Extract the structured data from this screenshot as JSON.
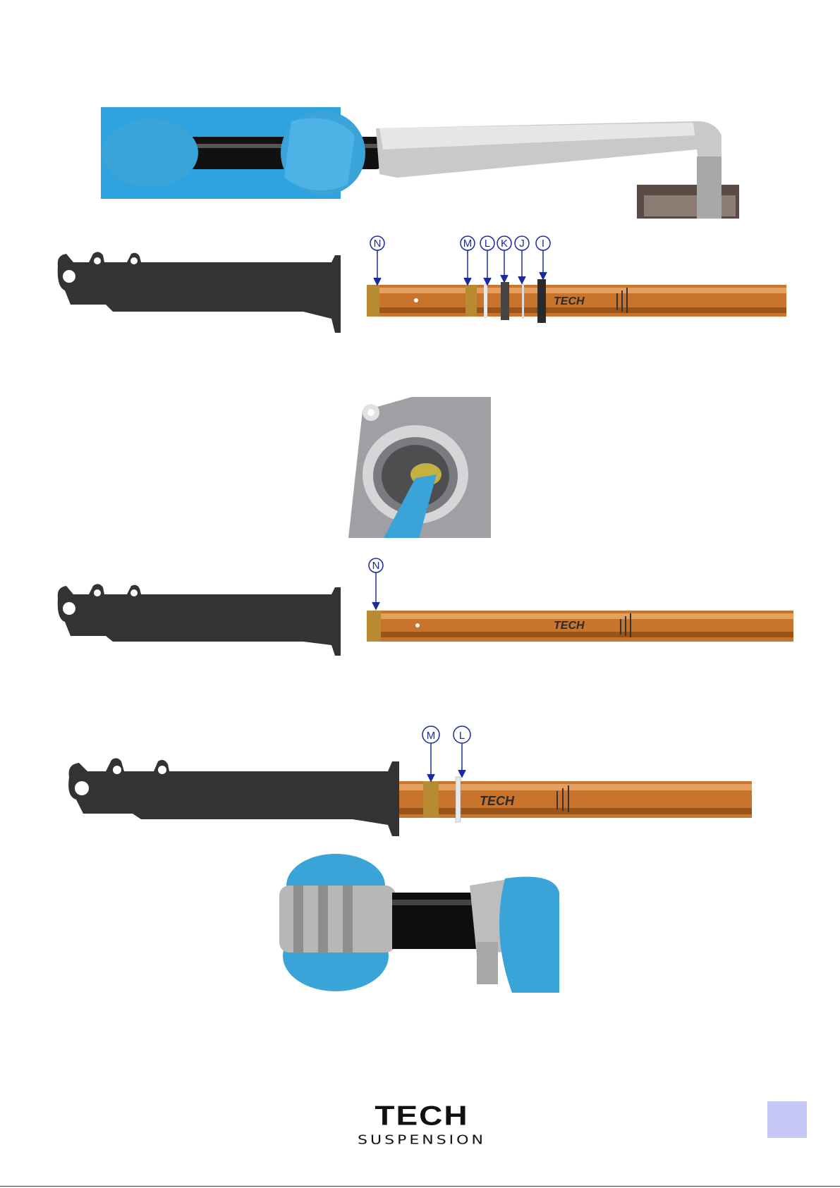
{
  "callouts": {
    "n1": "N",
    "m1": "M",
    "l1": "L",
    "k1": "K",
    "j1": "J",
    "i1": "I",
    "n2": "N",
    "m3": "M",
    "l3": "L"
  },
  "tube_brand": "TECH",
  "logo": {
    "text": "TECH",
    "subtitle": "SUSPENSION"
  },
  "colors": {
    "callout": "#1c2aa0",
    "tube": "#c8742c",
    "bushing": "#b88b33",
    "fork_leg": "#333333",
    "glove": "#3aa3d8",
    "page_badge": "#c7c8f6"
  }
}
